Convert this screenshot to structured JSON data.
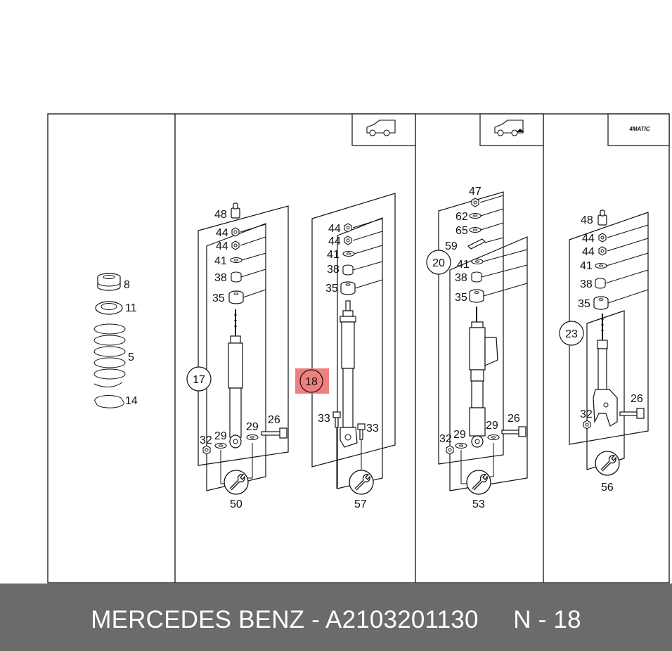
{
  "footer": {
    "text": "MERCEDES BENZ - A2103201130     N - 18"
  },
  "panel_badge": "4MATIC",
  "highlight_color": "#f08080",
  "callouts": {
    "c8": "8",
    "c11": "11",
    "c5": "5",
    "c14": "14",
    "p1_48": "48",
    "p1_44a": "44",
    "p1_44b": "44",
    "p1_41": "41",
    "p1_38": "38",
    "p1_35": "35",
    "p1_17": "17",
    "p1_32": "32",
    "p1_29a": "29",
    "p1_29b": "29",
    "p1_26": "26",
    "p1_50": "50",
    "p2_44a": "44",
    "p2_44b": "44",
    "p2_41": "41",
    "p2_38": "38",
    "p2_35": "35",
    "p2_18": "18",
    "p2_33a": "33",
    "p2_33b": "33",
    "p2_57": "57",
    "p3_47": "47",
    "p3_62": "62",
    "p3_65": "65",
    "p3_59": "59",
    "p3_20": "20",
    "p3_41": "41",
    "p3_38": "38",
    "p3_35": "35",
    "p3_32": "32",
    "p3_29a": "29",
    "p3_29b": "29",
    "p3_26": "26",
    "p3_53": "53",
    "p4_48": "48",
    "p4_44a": "44",
    "p4_44b": "44",
    "p4_41": "41",
    "p4_38": "38",
    "p4_35": "35",
    "p4_23": "23",
    "p4_32": "32",
    "p4_26": "26",
    "p4_56": "56"
  }
}
